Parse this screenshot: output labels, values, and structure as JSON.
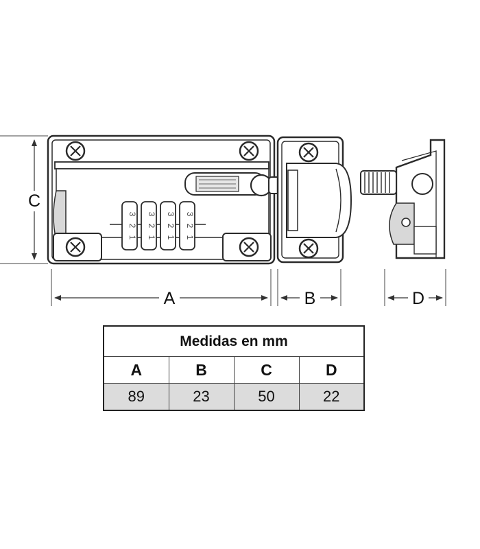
{
  "dimension_labels": {
    "a": "A",
    "b": "B",
    "c": "C",
    "d": "D"
  },
  "dial_digits": [
    "3",
    "2",
    "1"
  ],
  "table": {
    "title": "Medidas en mm",
    "headers": [
      "A",
      "B",
      "C",
      "D"
    ],
    "values": [
      "89",
      "23",
      "50",
      "22"
    ]
  },
  "colors": {
    "outline": "#2a2a2a",
    "fill": "#ffffff",
    "shade": "#d8d8d8",
    "value_row": "#dcdcdc"
  }
}
